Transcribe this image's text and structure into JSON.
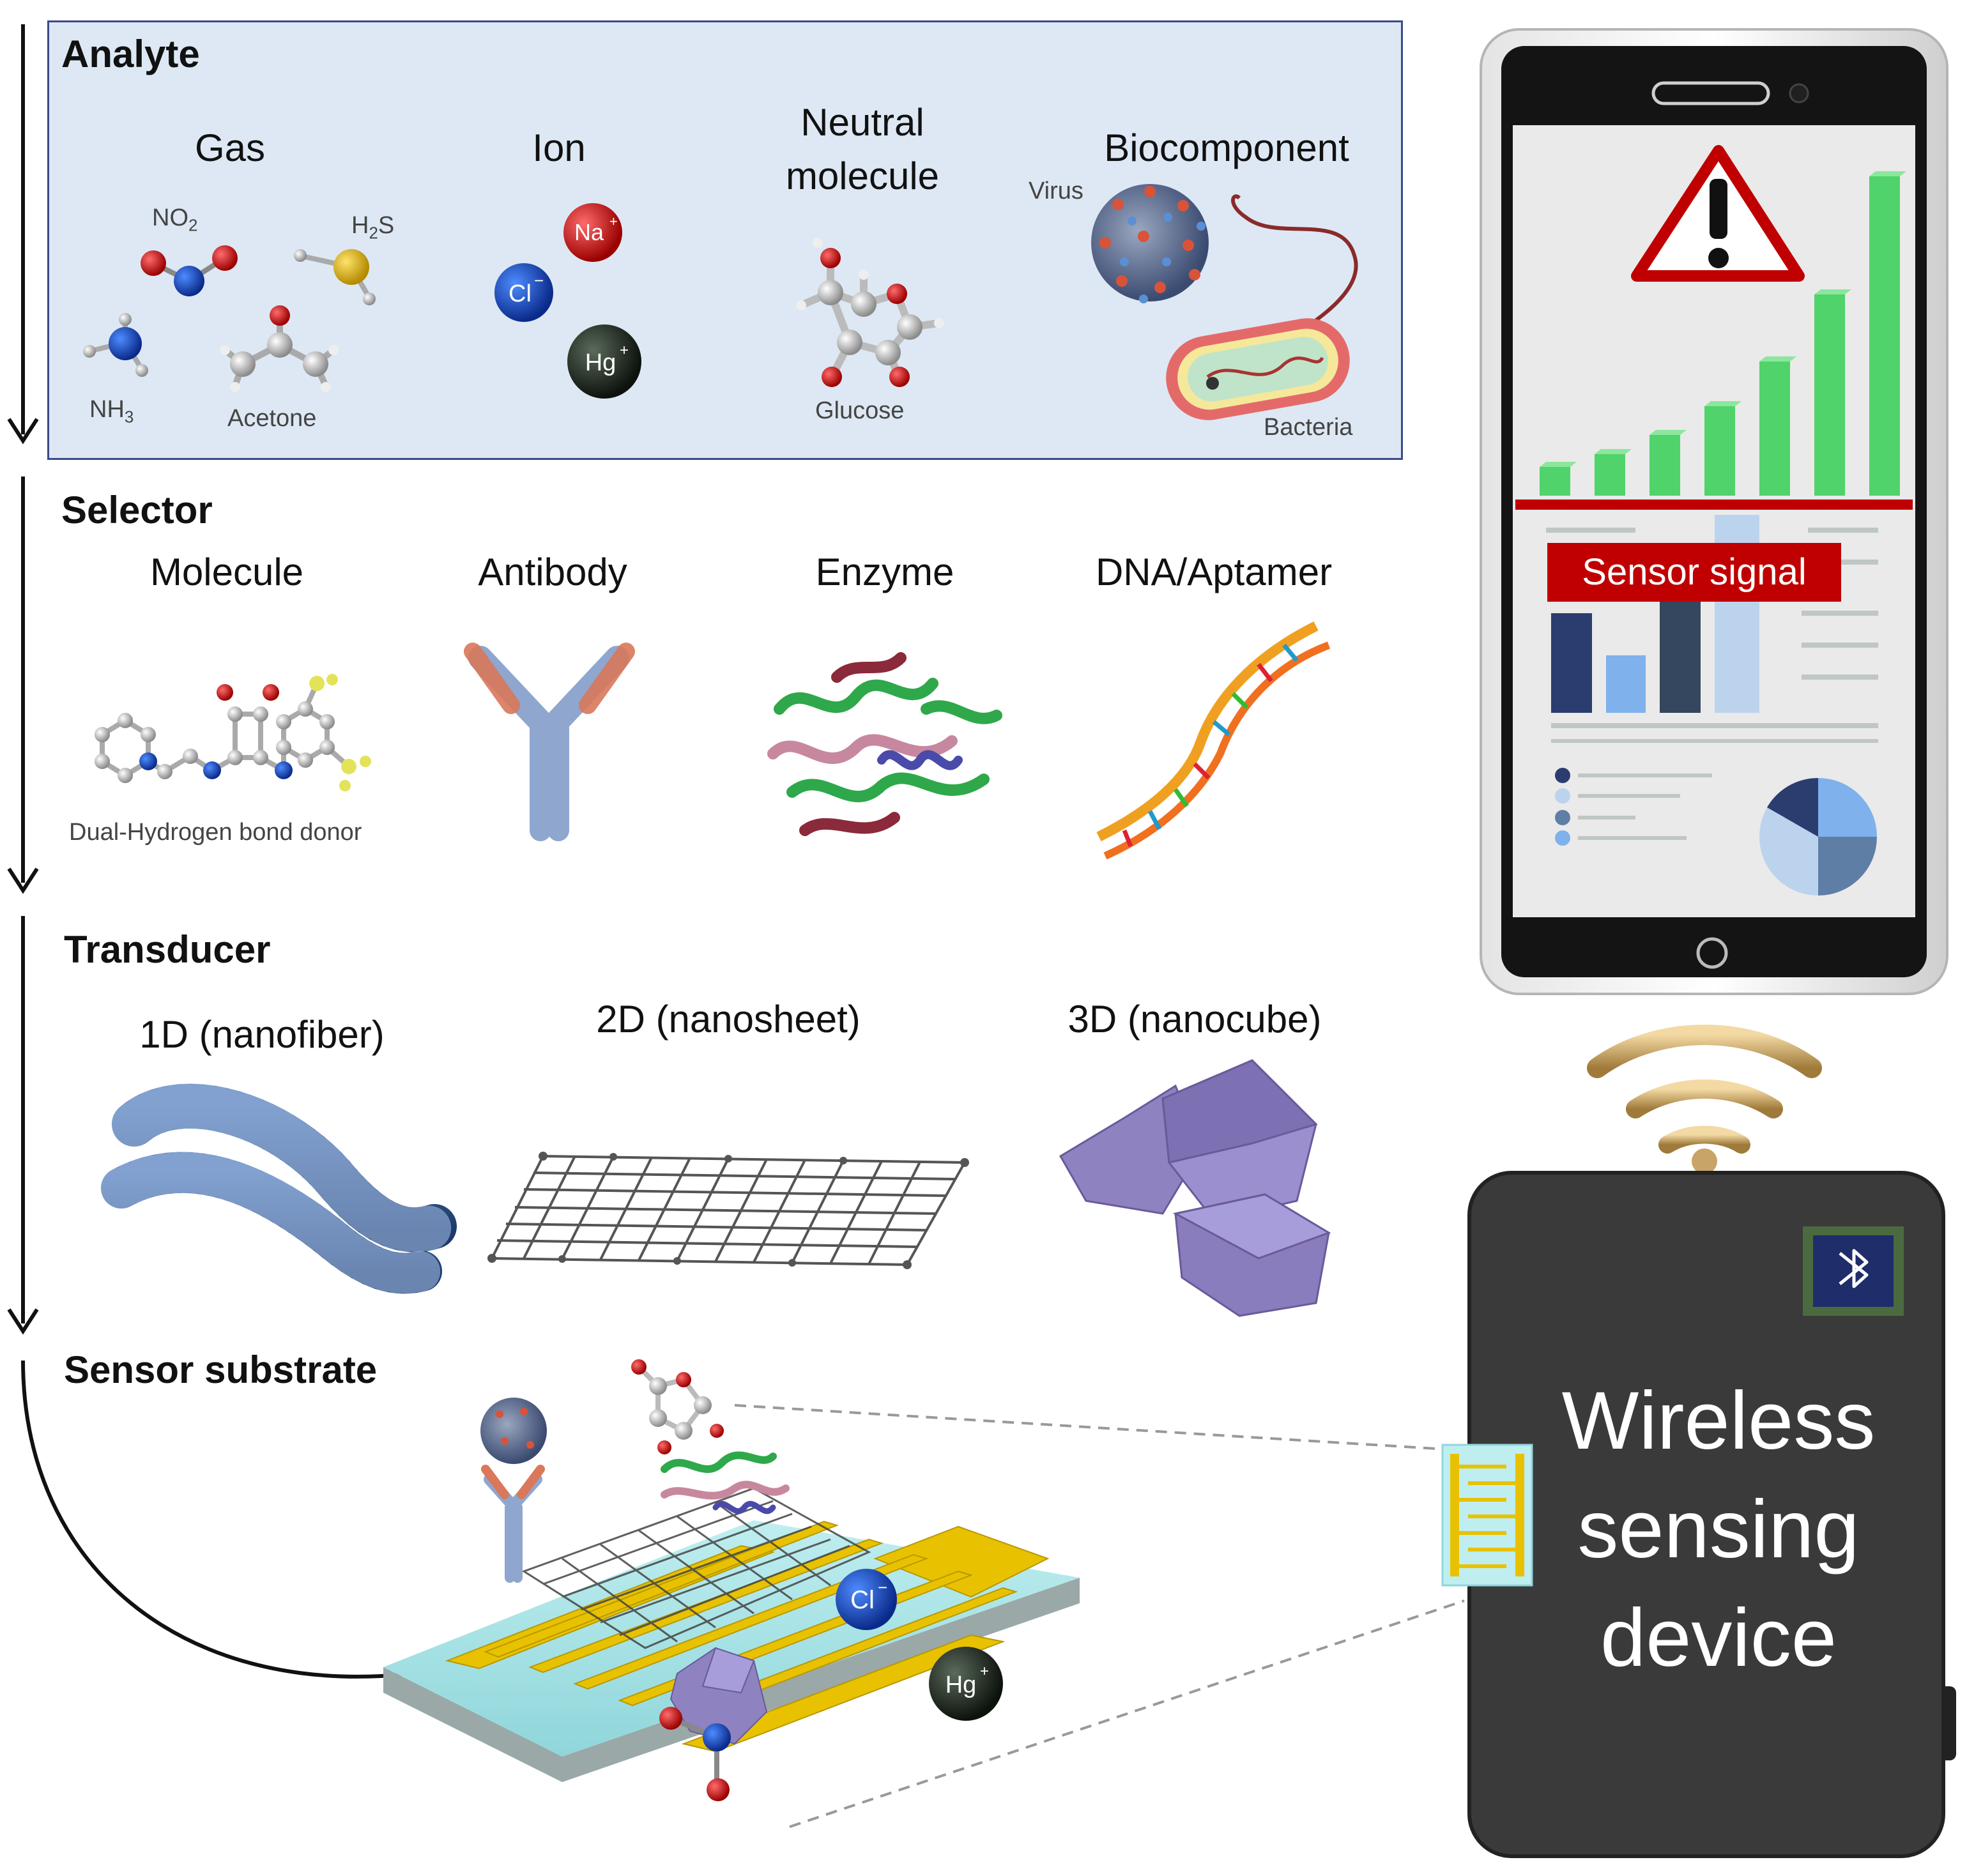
{
  "analyte": {
    "title": "Analyte",
    "categories": {
      "gas": "Gas",
      "ion": "Ion",
      "neutral_molecule": "Neutral molecule",
      "biocomponent": "Biocomponent"
    },
    "labels": {
      "no2": "NO2",
      "h2s": "H2S",
      "nh3": "NH3",
      "acetone": "Acetone",
      "na": "Na+",
      "cl": "Cl−",
      "hg": "Hg+",
      "glucose": "Glucose",
      "virus": "Virus",
      "bacteria": "Bacteria"
    }
  },
  "selector": {
    "title": "Selector",
    "items": [
      "Molecule",
      "Antibody",
      "Enzyme",
      "DNA/Aptamer"
    ],
    "molecule_caption": "Dual-Hydrogen bond donor"
  },
  "transducer": {
    "title": "Transducer",
    "items": [
      "1D (nanofiber)",
      "2D (nanosheet)",
      "3D (nanocube)"
    ]
  },
  "substrate": {
    "title": "Sensor substrate",
    "ion_labels": {
      "cl": "Cl−",
      "hg": "Hg+"
    }
  },
  "phone": {
    "banner": "Sensor signal",
    "bar_levels": [
      0.09,
      0.13,
      0.19,
      0.28,
      0.42,
      0.63,
      1.0
    ]
  },
  "device": {
    "label": "Wireless sensing device",
    "icon": "bluetooth-icon"
  },
  "colors": {
    "analyte_bg": "#dde8f4",
    "selector_bg": "#fae3d6",
    "transducer_bg": "#e2efda",
    "signal_red": "#c00000",
    "bar_green": "#4fd36a",
    "device_body": "#3a3a3a"
  }
}
